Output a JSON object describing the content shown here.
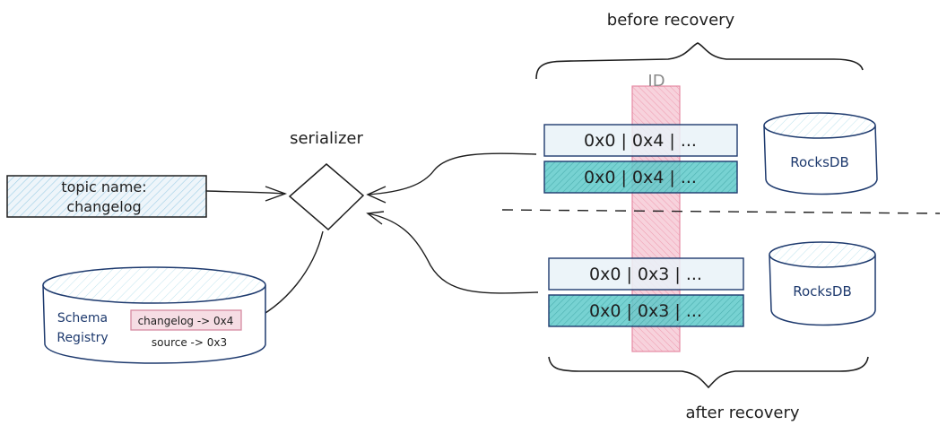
{
  "labels": {
    "before_recovery": "before recovery",
    "after_recovery": "after recovery",
    "serializer": "serializer",
    "id_column": "ID",
    "topic_line1": "topic name:",
    "topic_line2": "changelog"
  },
  "schema_registry": {
    "title_line1": "Schema",
    "title_line2": "Registry",
    "entries": [
      "changelog -> 0x4",
      "source -> 0x3"
    ]
  },
  "before": {
    "rows": [
      "0x0 | 0x4 | ...",
      "0x0 | 0x4 | ..."
    ],
    "store": "RocksDB"
  },
  "after": {
    "rows": [
      "0x0 | 0x3 | ...",
      "0x0 | 0x3 | ..."
    ],
    "store": "RocksDB"
  },
  "colors": {
    "stroke": "#1e1e1e",
    "light_blue": "#e7f1f8",
    "teal": "#4fc3c3",
    "pink": "#f4a3b6",
    "text_blue": "#1e3a6e"
  }
}
